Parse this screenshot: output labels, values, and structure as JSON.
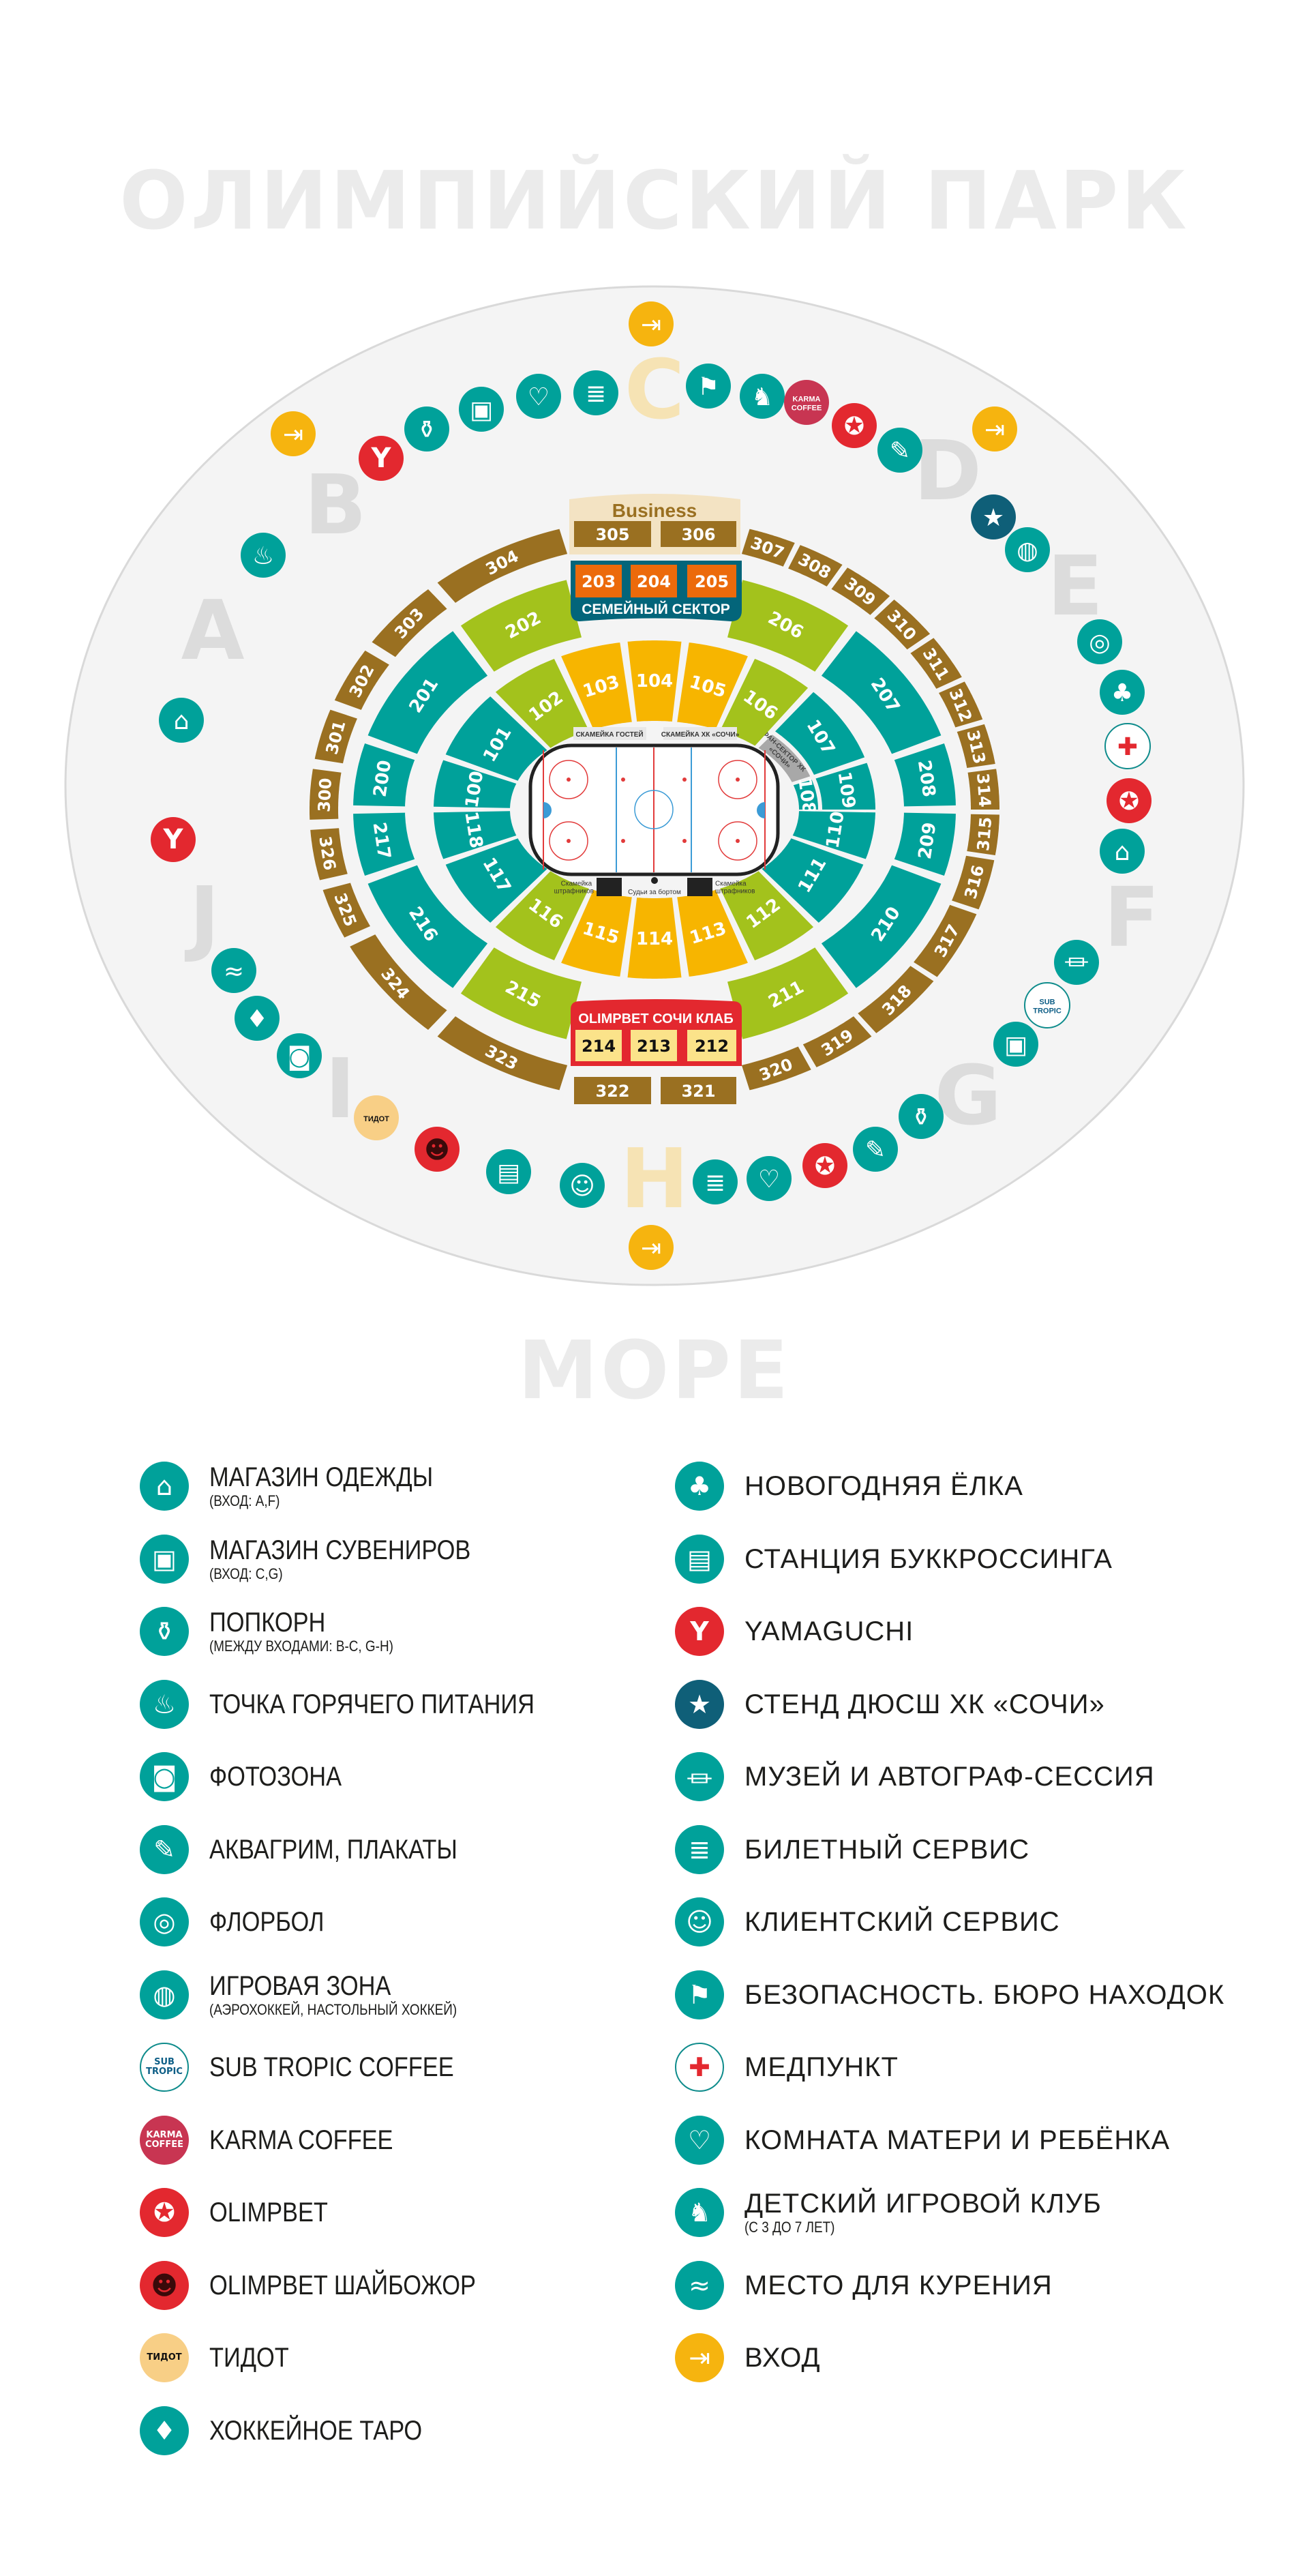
{
  "title_top": "ОЛИМПИЙСКИЙ ПАРК",
  "title_bottom": "МОРЕ",
  "colors": {
    "teal": "#00a19a",
    "green": "#a3c21c",
    "yellow": "#f7b500",
    "brown": "#9a7021",
    "gray": "#a8a8a8",
    "orange": "#ec6a0b",
    "darkteal": "#03657a",
    "red": "#e3282f",
    "entrance": "#f6b40f",
    "pale": "#fbe38a",
    "beige": "#f3e3c3"
  },
  "gates": [
    "A",
    "B",
    "C",
    "D",
    "E",
    "F",
    "G",
    "H",
    "I",
    "J"
  ],
  "arena": {
    "business_label": "Business",
    "business_sections": [
      "305",
      "306"
    ],
    "family_label": "СЕМЕЙНЫЙ СЕКТОР",
    "family_sections": [
      "203",
      "204",
      "205"
    ],
    "club_label": "OLIMPBET СОЧИ КЛАБ",
    "club_sections": [
      "214",
      "213",
      "212"
    ],
    "bottom_sections": [
      "322",
      "321"
    ],
    "bench_guests": "СКАМЕЙКА ГОСТЕЙ",
    "bench_home": "СКАМЕЙКА ХК «СОЧИ»",
    "penalty_left": "Скамейка штрафников",
    "referees": "Судьи за бортом",
    "penalty_right": "Скамейка штрафников",
    "fan_sector": "ФАН-СЕКТОР ХК «СОЧИ»",
    "sections": [
      {
        "label": "100",
        "color": "teal"
      },
      {
        "label": "101",
        "color": "teal"
      },
      {
        "label": "102",
        "color": "green"
      },
      {
        "label": "103",
        "color": "yellow"
      },
      {
        "label": "104",
        "color": "yellow"
      },
      {
        "label": "105",
        "color": "yellow"
      },
      {
        "label": "106",
        "color": "green"
      },
      {
        "label": "107",
        "color": "teal"
      },
      {
        "label": "108",
        "color": "teal"
      },
      {
        "label": "109",
        "color": "teal"
      },
      {
        "label": "110",
        "color": "teal"
      },
      {
        "label": "111",
        "color": "teal"
      },
      {
        "label": "112",
        "color": "green"
      },
      {
        "label": "113",
        "color": "yellow"
      },
      {
        "label": "114",
        "color": "yellow"
      },
      {
        "label": "115",
        "color": "yellow"
      },
      {
        "label": "116",
        "color": "green"
      },
      {
        "label": "117",
        "color": "teal"
      },
      {
        "label": "118",
        "color": "teal"
      },
      {
        "label": "200",
        "color": "teal"
      },
      {
        "label": "201",
        "color": "teal"
      },
      {
        "label": "202",
        "color": "green"
      },
      {
        "label": "206",
        "color": "green"
      },
      {
        "label": "207",
        "color": "teal"
      },
      {
        "label": "208",
        "color": "teal"
      },
      {
        "label": "209",
        "color": "teal"
      },
      {
        "label": "210",
        "color": "teal"
      },
      {
        "label": "211",
        "color": "green"
      },
      {
        "label": "215",
        "color": "green"
      },
      {
        "label": "216",
        "color": "teal"
      },
      {
        "label": "217",
        "color": "teal"
      },
      {
        "label": "300",
        "color": "brown"
      },
      {
        "label": "301",
        "color": "brown"
      },
      {
        "label": "302",
        "color": "brown"
      },
      {
        "label": "303",
        "color": "brown"
      },
      {
        "label": "304",
        "color": "brown"
      },
      {
        "label": "307",
        "color": "brown"
      },
      {
        "label": "308",
        "color": "brown"
      },
      {
        "label": "309",
        "color": "brown"
      },
      {
        "label": "310",
        "color": "brown"
      },
      {
        "label": "311",
        "color": "brown"
      },
      {
        "label": "312",
        "color": "brown"
      },
      {
        "label": "313",
        "color": "brown"
      },
      {
        "label": "314",
        "color": "brown"
      },
      {
        "label": "315",
        "color": "brown"
      },
      {
        "label": "316",
        "color": "brown"
      },
      {
        "label": "317",
        "color": "brown"
      },
      {
        "label": "318",
        "color": "brown"
      },
      {
        "label": "319",
        "color": "brown"
      },
      {
        "label": "320",
        "color": "brown"
      },
      {
        "label": "323",
        "color": "brown"
      },
      {
        "label": "324",
        "color": "brown"
      },
      {
        "label": "325",
        "color": "brown"
      },
      {
        "label": "326",
        "color": "brown"
      }
    ]
  },
  "logos": {
    "karma": "KARMA COFFEE",
    "subtropic": "SUB TROPIC",
    "tidot": "ТИДОТ"
  },
  "map_icons": [
    "entrance",
    "yamaguchi",
    "popcorn",
    "souvenir",
    "mother-child",
    "ticket",
    "entrance",
    "security",
    "kids-club",
    "karma",
    "olimpbet",
    "face-paint",
    "entrance",
    "dyussh",
    "game-zone",
    "floorball",
    "tree",
    "medic",
    "olimpbet",
    "clothing",
    "museum",
    "subtropic",
    "souvenir",
    "popcorn",
    "face-paint",
    "olimpbet",
    "mother-child",
    "ticket",
    "entrance",
    "client",
    "book",
    "shaybozhor",
    "tidot",
    "photo",
    "taro",
    "smoking",
    "yamaguchi",
    "clothing",
    "hot-food"
  ],
  "legend_left": [
    {
      "icon": "clothing",
      "label": "МАГАЗИН ОДЕЖДЫ",
      "sub": "(ВХОД: A,F)"
    },
    {
      "icon": "souvenir",
      "label": "МАГАЗИН СУВЕНИРОВ",
      "sub": "(ВХОД: C,G)"
    },
    {
      "icon": "popcorn",
      "label": "ПОПКОРН",
      "sub": "(МЕЖДУ ВХОДАМИ: B-C, G-H)"
    },
    {
      "icon": "hot-food",
      "label": "ТОЧКА ГОРЯЧЕГО ПИТАНИЯ"
    },
    {
      "icon": "photo",
      "label": "ФОТОЗОНА"
    },
    {
      "icon": "face-paint",
      "label": "АКВАГРИМ, ПЛАКАТЫ"
    },
    {
      "icon": "floorball",
      "label": "ФЛОРБОЛ"
    },
    {
      "icon": "game-zone",
      "label": "ИГРОВАЯ ЗОНА",
      "sub": "(АЭРОХОККЕЙ, НАСТОЛЬНЫЙ ХОККЕЙ)"
    },
    {
      "icon": "subtropic",
      "label": "SUB TROPIC COFFEE"
    },
    {
      "icon": "karma",
      "label": "KARMA COFFEE"
    },
    {
      "icon": "olimpbet",
      "label": "OLIMPBET"
    },
    {
      "icon": "shaybozhor",
      "label": "OLIMPBET ШАЙБОЖОР"
    },
    {
      "icon": "tidot",
      "label": "ТИДОТ"
    },
    {
      "icon": "taro",
      "label": "ХОККЕЙНОЕ ТАРО"
    }
  ],
  "legend_right": [
    {
      "icon": "tree",
      "label": "НОВОГОДНЯЯ ЁЛКА"
    },
    {
      "icon": "book",
      "label": "СТАНЦИЯ БУККРОССИНГА"
    },
    {
      "icon": "yamaguchi",
      "label": "YAMAGUCHI"
    },
    {
      "icon": "dyussh",
      "label": "СТЕНД ДЮСШ ХК «СОЧИ»"
    },
    {
      "icon": "museum",
      "label": "МУЗЕЙ И АВТОГРАФ-СЕССИЯ"
    },
    {
      "icon": "ticket",
      "label": "БИЛЕТНЫЙ СЕРВИС"
    },
    {
      "icon": "client",
      "label": "КЛИЕНТСКИЙ СЕРВИС"
    },
    {
      "icon": "security",
      "label": "БЕЗОПАСНОСТЬ. БЮРО НАХОДОК"
    },
    {
      "icon": "medic",
      "label": "МЕДПУНКТ"
    },
    {
      "icon": "mother-child",
      "label": "КОМНАТА МАТЕРИ И РЕБЁНКА"
    },
    {
      "icon": "kids-club",
      "label": "ДЕТСКИЙ ИГРОВОЙ КЛУБ",
      "sub": "(С 3 ДО 7 ЛЕТ)"
    },
    {
      "icon": "smoking",
      "label": "МЕСТО ДЛЯ КУРЕНИЯ"
    },
    {
      "icon": "entrance",
      "label": "ВХОД"
    }
  ]
}
